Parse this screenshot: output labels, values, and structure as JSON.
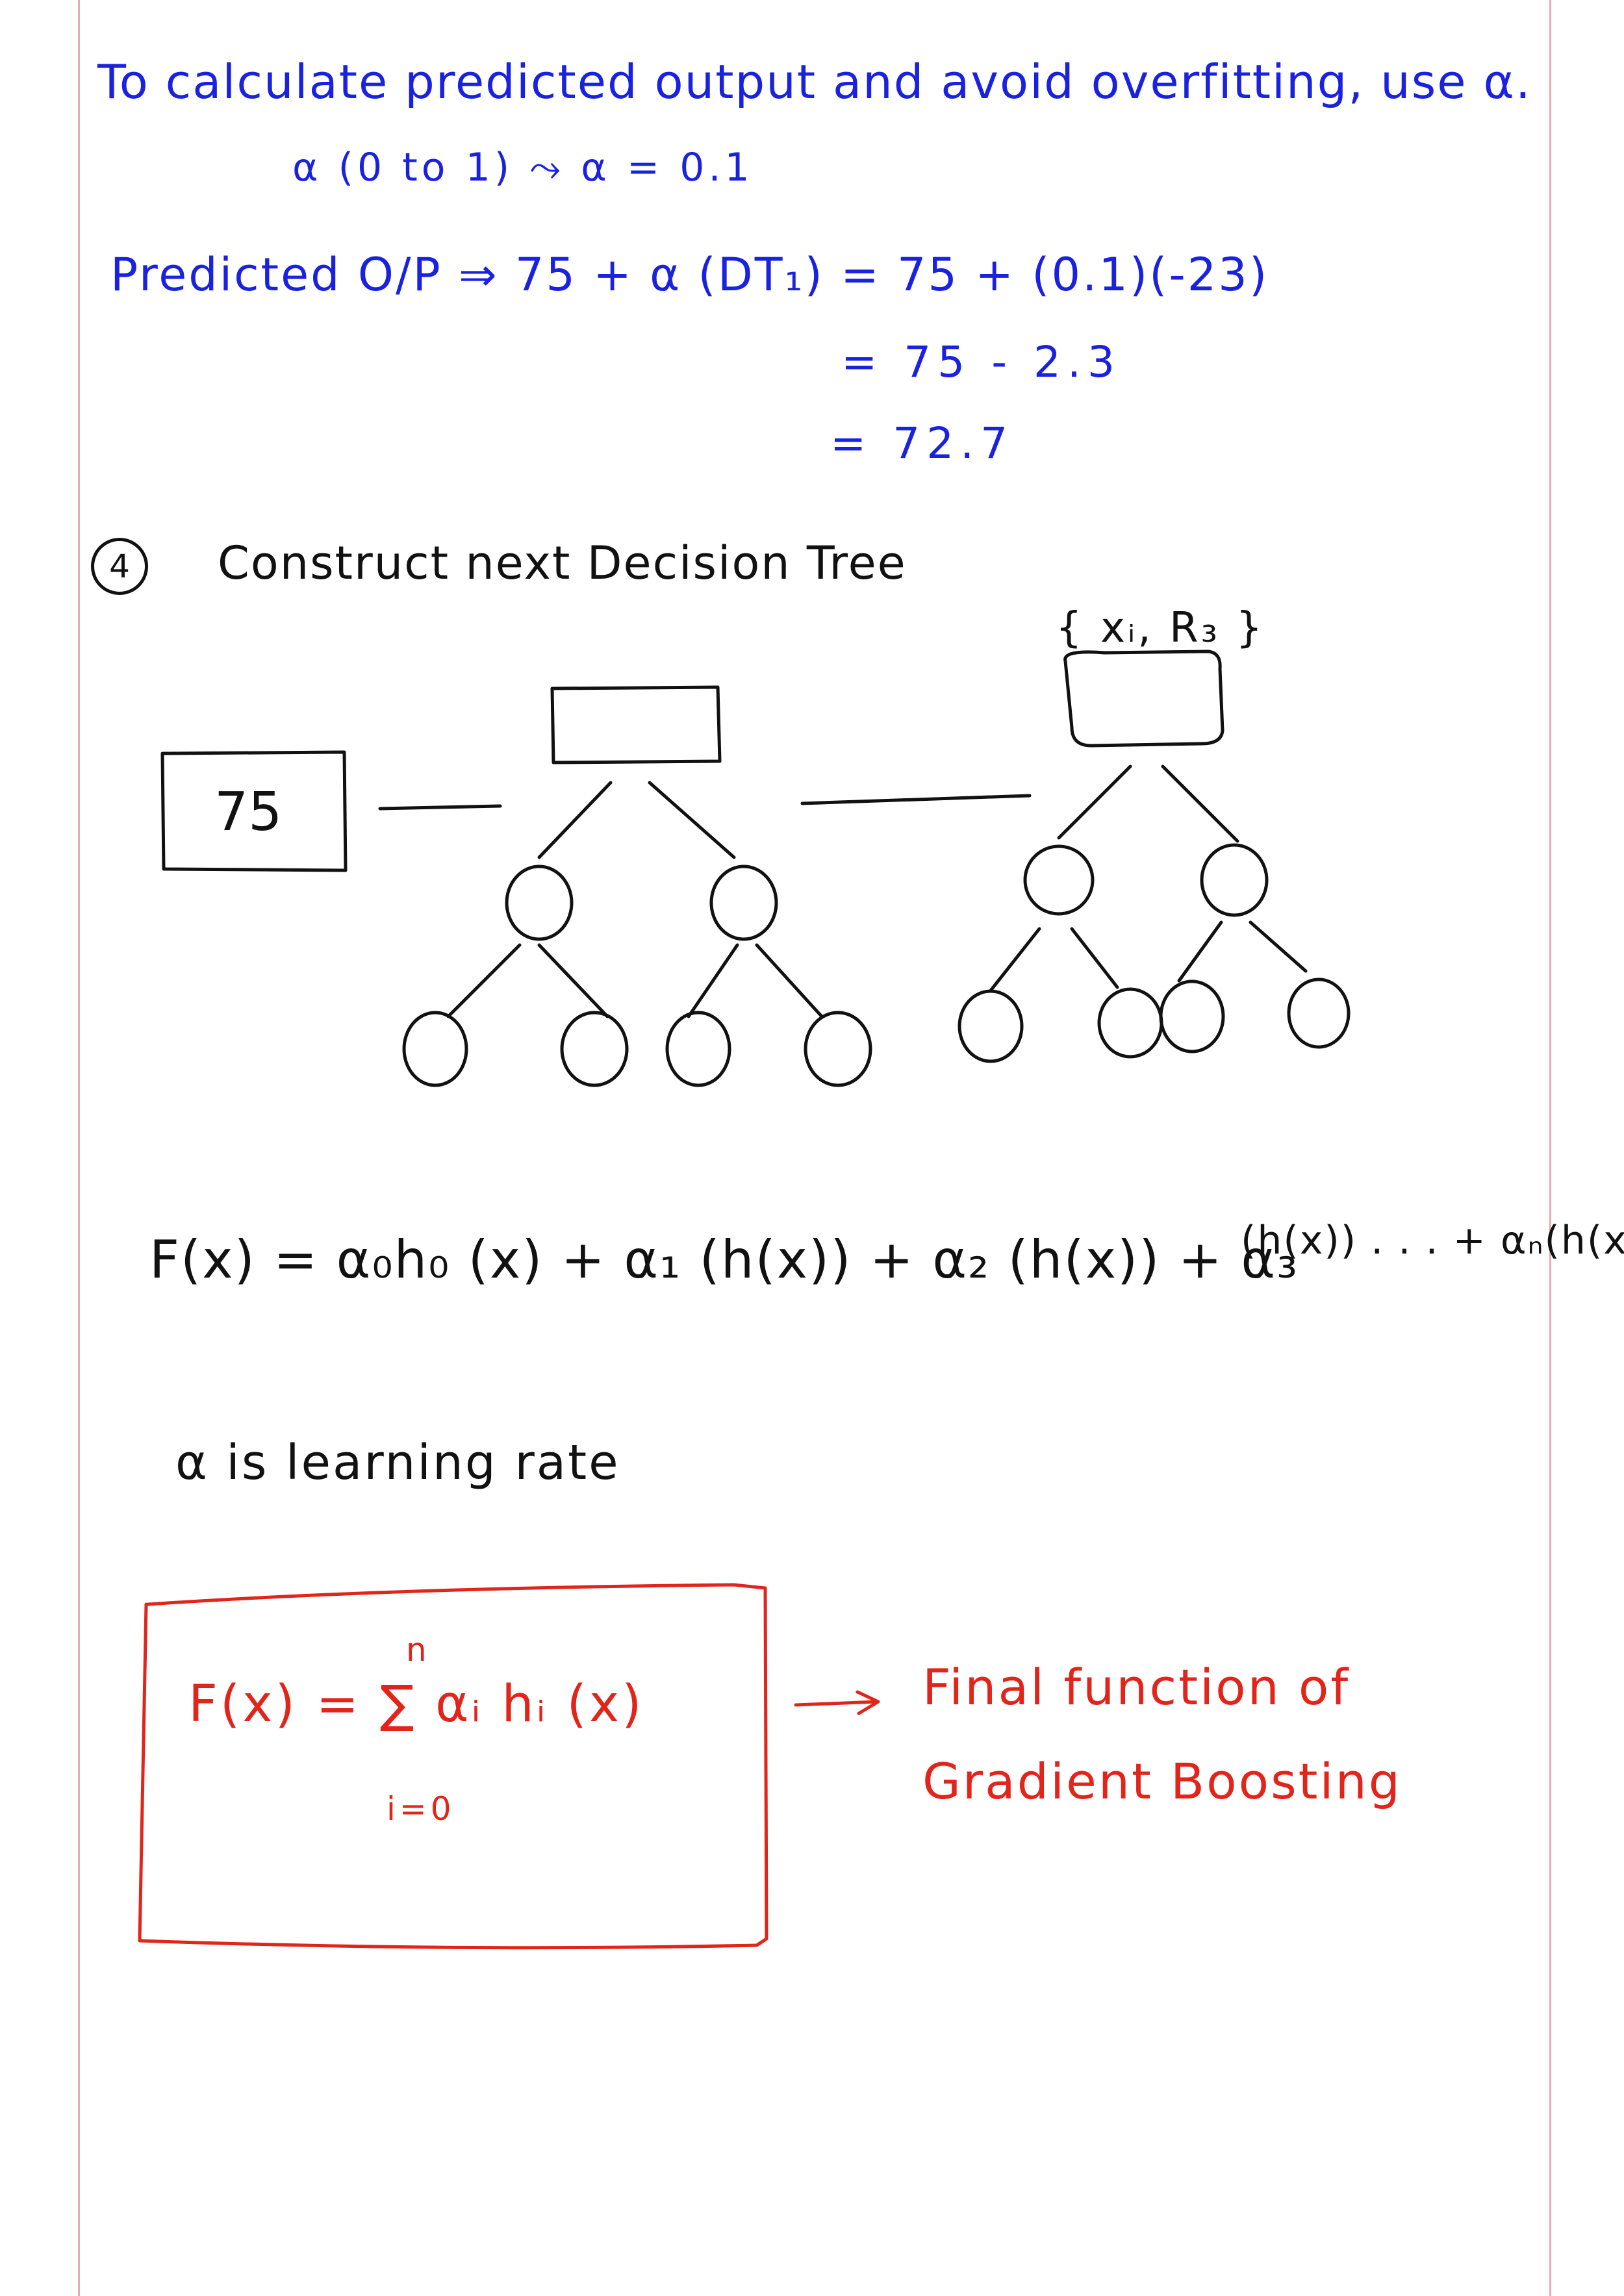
{
  "notes": {
    "line_1": "To calculate predicted output and avoid overfitting, use α.",
    "line_2": "α (0 to 1) ⤳ α = 0.1",
    "line_3": "Predicted O/P ⇒ 75 + α (DT₁) = 75 + (0.1)(-23)",
    "line_4": "= 75 - 2.3",
    "line_5": "= 72.7",
    "step_number": "4",
    "step_title": "Construct next Decision Tree",
    "set_label": "{ xᵢ, R₃ }",
    "base_value": "75",
    "formula": "F(x) = α₀h₀ (x) + α₁ (h(x)) + α₂ (h(x)) + α₃",
    "formula_superscript": "(h(x)) . . . + αₙ(h(x))",
    "alpha_note": "α is learning rate",
    "final_formula": "F(x) = ∑ αᵢ hᵢ (x)",
    "sum_upper": "n",
    "sum_lower": "i=0",
    "final_note_line_1": "Final function of",
    "final_note_line_2": "Gradient Boosting"
  },
  "colors": {
    "ink_blue": "#1a22e0",
    "ink_black": "#111111",
    "ink_red": "#e1251b",
    "margin_pink": "#e7a9b3"
  }
}
